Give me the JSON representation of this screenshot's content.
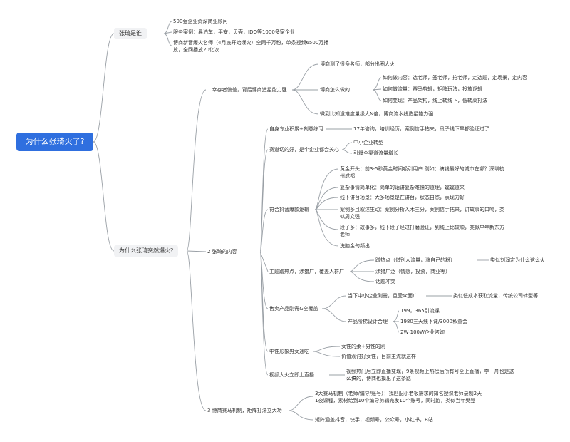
{
  "root": "为什么张琦火了?",
  "colors": {
    "accent": "#2f6fdf",
    "line": "#9aa0a6",
    "topic_bg": "#f1f2f4"
  },
  "who": {
    "title": "张琦是谁",
    "items": [
      "500强企业资深商业顾问",
      "服务案例：易泊车，平安，贝壳，IDO等1000多家企业",
      "博商新晋爆火名师（4月底开始爆火）全网千万粉，单条视频6500万播放，全网播放20亿次"
    ]
  },
  "why": {
    "title": "为什么张琦突然爆火?",
    "s1": {
      "title": "1 幸存者偏差，背后博商造星能力强",
      "a": "博商测了很多名师，部分出圈大火",
      "b": {
        "title": "博商怎么做的",
        "items": [
          "如何做内容：选老师，签老师，拍老师，定选题，定场景，定内容",
          "如何做流量：赛马剪辑，矩阵玩法，投放逻辑",
          "如何变现：产品架构，线上转线下，低转高打法"
        ]
      },
      "c": "微到比知道难度量级大N倍，博商流水线造星能力强"
    },
    "s2": {
      "title": "2 张琦的内容",
      "k1": {
        "title": "自身专业积累+刻意练习",
        "item": "17年咨询，培训经历，案例信手拈来，段子线下早都验证过了"
      },
      "k2": {
        "title": "赛道切的好，是个企业都会关心",
        "items": [
          "中小企业转型",
          "引爆全渠道流量增长"
        ]
      },
      "k3": {
        "title": "符合抖音爆款逻辑",
        "items": [
          "黄金开头：前3-5秒黄金时间吸引用户 例如：搞钱最好的城市在哪？深圳杭州成都",
          "复杂事情简单化：简单的话讲复杂难懂的道理，娓娓道来",
          "线下讲台场景：大多场景是在讲台，状态自然，表现力好",
          "案例多且叙述生动：案例分析入木三分，案例信手拈来，讲故事的口吻，类似周文强",
          "段子多：故事多，线下段子经过打磨验证，到线上比较顺，类似早年新东方老师",
          "洗脑金句频出"
        ]
      },
      "k4": {
        "title": "主题蹭热点，涉猎广，覆盖人群广",
        "items": [
          "蹭热点（借别人流量，涨自己的粉）",
          "涉猎广泛（情感，投资，商业等）",
          "话题冲突"
        ],
        "note": "类似刘润宏为什么这么火"
      },
      "k5": {
        "title": "售卖产品刚需&全覆盖",
        "a": "当下中小企业刚需，且受众面广",
        "a_note": "类似低成本获取流量，传统公司转型等",
        "b": {
          "title": "产品阶梯设计合理",
          "items": [
            "199，365引流课",
            "1980三天线下课/3000私董会",
            "2W-100W企业咨询"
          ]
        }
      },
      "k6": {
        "title": "中性形象男女通吃",
        "items": [
          "女性的柔+男性的刚",
          "价值观讨好女性，目前主流就这样"
        ]
      },
      "k7": {
        "title": "视频大火立即上直播",
        "item": "视频热门后立即直播变现，9条视频上热榜后所有号全上直播，李一舟也是这么搞的，博商也摸出了这条路"
      }
    },
    "s3": {
      "title": "3 博商赛马机制，矩阵打法立大功",
      "items": [
        "3大赛马机制（老师/编导/账号）：找匹配小老板需求的知名授课老师录制2天1夜课程，素材给到10个编导剪辑完发10个账号，同时跑，类似当年樊登",
        "矩阵涵盖抖音，快手，视频号，公众号，小红书，B站"
      ]
    }
  }
}
